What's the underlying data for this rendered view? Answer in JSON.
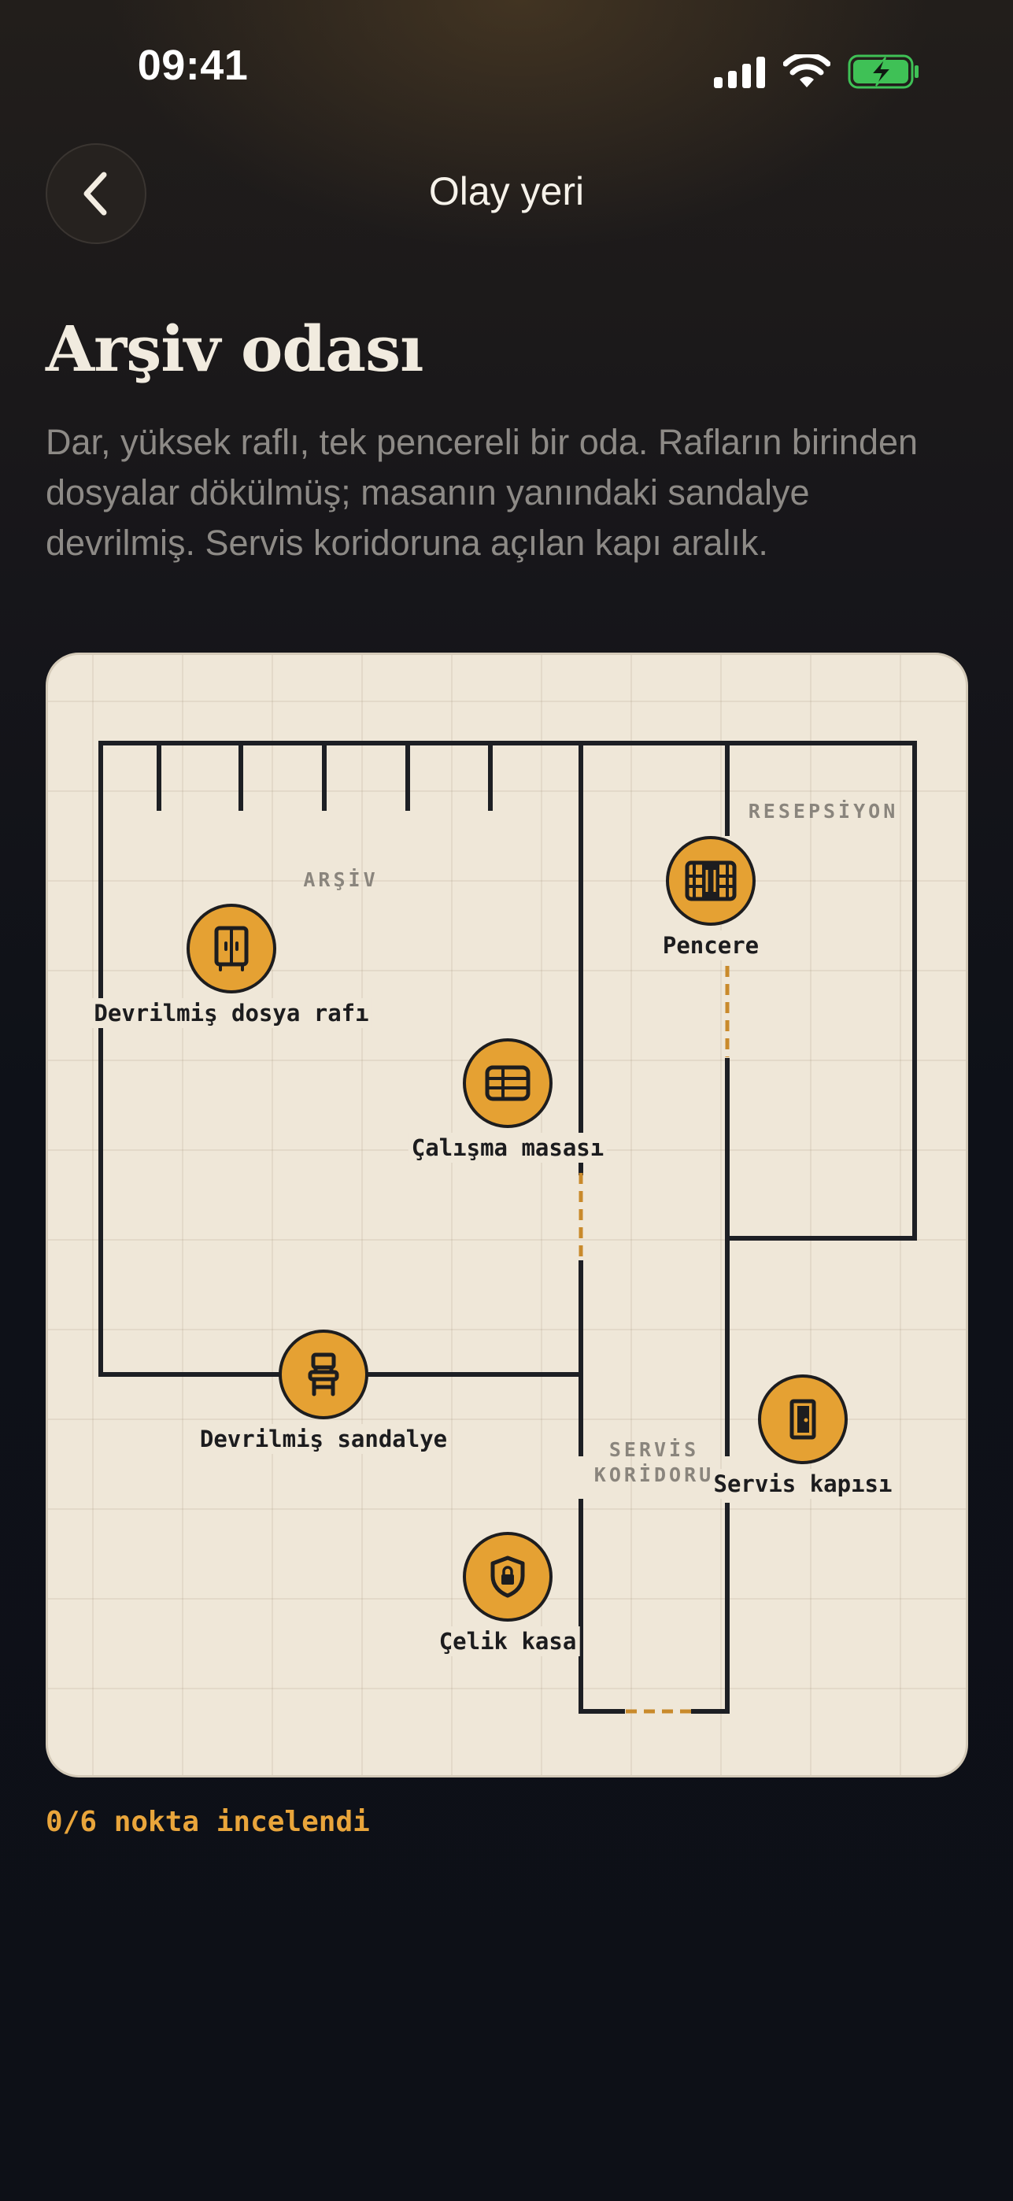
{
  "status_bar": {
    "time": "09:41",
    "icons": [
      "cellular-signal-icon",
      "wifi-icon",
      "battery-charging-icon"
    ]
  },
  "nav": {
    "back_icon": "chevron-left-icon",
    "title": "Olay yeri"
  },
  "scene": {
    "title": "Arşiv odası",
    "description": "Dar, yüksek raflı, tek pencereli bir oda. Rafların birinden dosyalar dökülmüş; masanın yanındaki sandalye devrilmiş. Servis koridoruna açılan kapı aralık."
  },
  "floor_plan": {
    "rooms": {
      "archive": "ARŞİV",
      "reception": "RESEPSİYON",
      "corridor_line1": "SERVİS",
      "corridor_line2": "KORİDORU"
    },
    "points": [
      {
        "label": "Devrilmiş dosya rafı",
        "icon": "cabinet-icon"
      },
      {
        "label": "Pencere",
        "icon": "window-icon"
      },
      {
        "label": "Çalışma masası",
        "icon": "desk-icon"
      },
      {
        "label": "Devrilmiş sandalye",
        "icon": "chair-icon"
      },
      {
        "label": "Servis kapısı",
        "icon": "door-icon"
      },
      {
        "label": "Çelik kasa",
        "icon": "safe-lock-icon"
      }
    ]
  },
  "progress": {
    "text": "0/6 nokta incelendi",
    "inspected": 0,
    "total": 6
  },
  "colors": {
    "accent": "#e5a133",
    "progress_text": "#e9a53b",
    "plan_background": "#efe7d8",
    "wall": "#1d1f24",
    "opening_dashed": "#c98a2b",
    "page_background": "#0e1118"
  }
}
